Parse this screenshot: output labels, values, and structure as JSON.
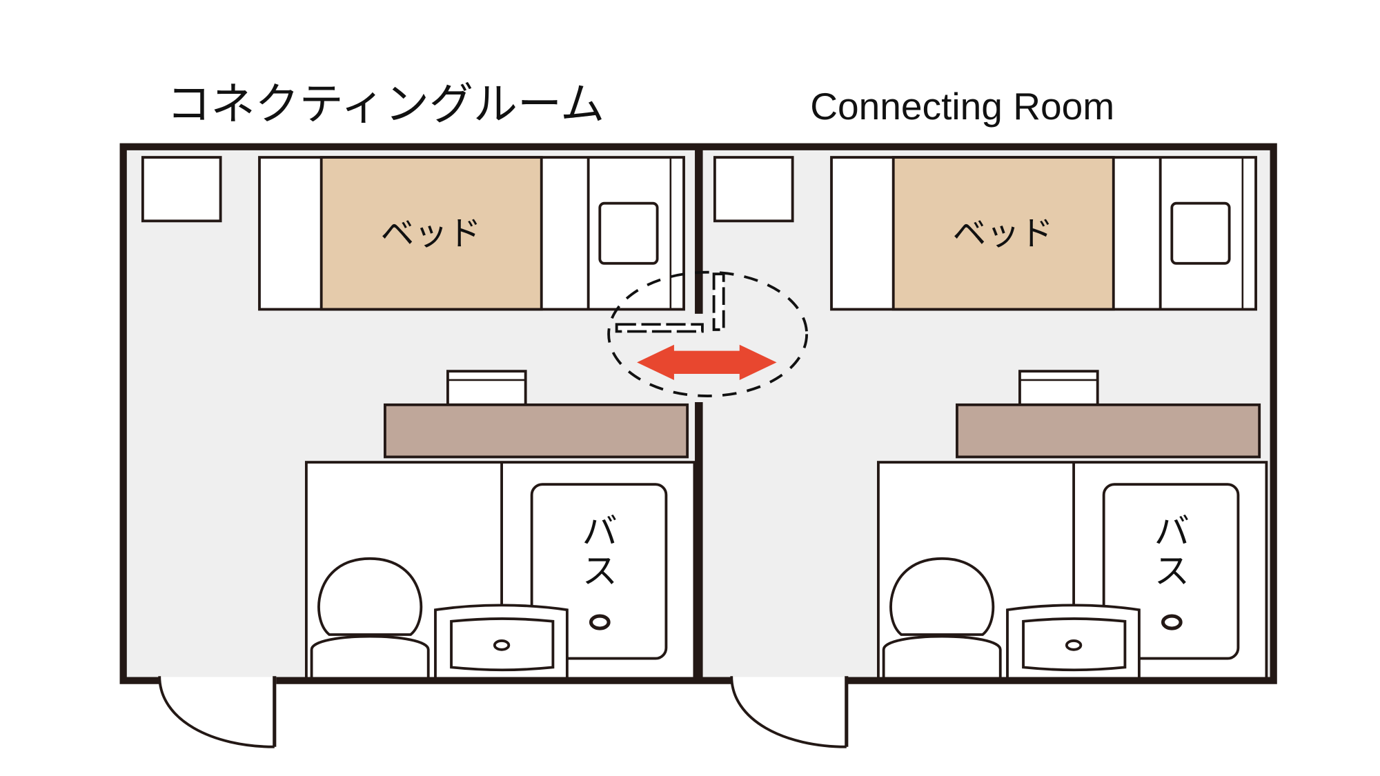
{
  "title": {
    "japanese": "コネクティングルーム",
    "english": "Connecting Room"
  },
  "rooms": [
    {
      "bed_label": "ベッド",
      "bath_label_line1": "バ",
      "bath_label_line2": "ス"
    },
    {
      "bed_label": "ベッド",
      "bath_label_line1": "バ",
      "bath_label_line2": "ス"
    }
  ],
  "colors": {
    "wall": "#231815",
    "floor": "#efefef",
    "bed": "#e5cbab",
    "desk": "#bfa79a",
    "arrow": "#e8472f"
  },
  "icons": [
    "double-arrow-icon",
    "toilet-icon",
    "sink-icon",
    "bathtub-icon",
    "door-swing-icon"
  ]
}
